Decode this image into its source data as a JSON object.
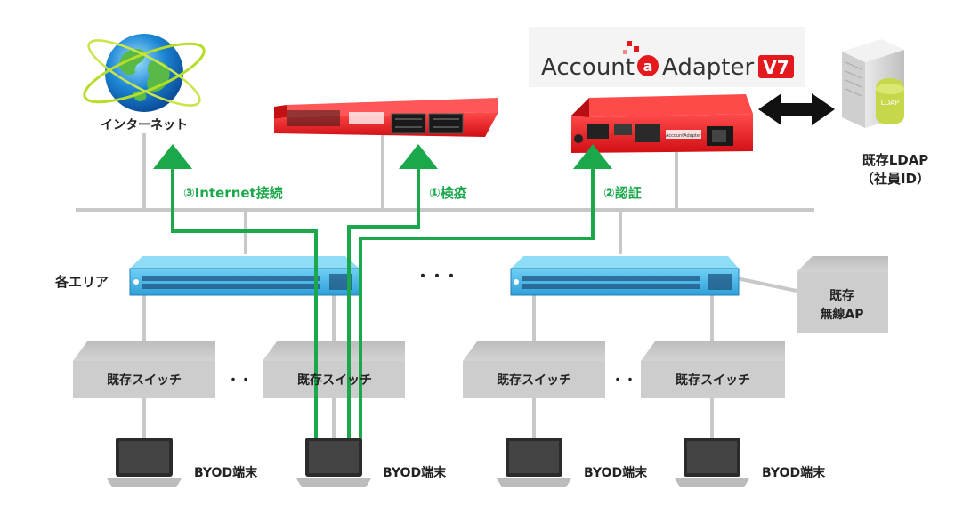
{
  "internet": {
    "label": "インターネット"
  },
  "logo": {
    "left": "Account",
    "mark": "a",
    "right": "Adapter",
    "version": "V7"
  },
  "device_label_small": "AccountAdapter",
  "ldap": {
    "icon_text": "LDAP",
    "label_line1": "既存LDAP",
    "label_line2": "（社員ID）"
  },
  "flows": {
    "internet": "③Internet接続",
    "quarantine": "①検疫",
    "auth": "②認証"
  },
  "area_label": "各エリア",
  "ellipsis_core": "・・・",
  "ellipsis_edge": "・・",
  "ap": {
    "line1": "既存",
    "line2": "無線AP"
  },
  "switches": [
    "既存スイッチ",
    "既存スイッチ",
    "既存スイッチ",
    "既存スイッチ"
  ],
  "terminals": [
    "BYOD端末",
    "BYOD端末",
    "BYOD端末",
    "BYOD端末"
  ],
  "colors": {
    "flow_green": "#1aa84a",
    "device_red": "#e3191d",
    "switch_blue": "#38a9e0",
    "line_gray": "#c8c8c8",
    "box_gray": "#cdcdcd"
  }
}
